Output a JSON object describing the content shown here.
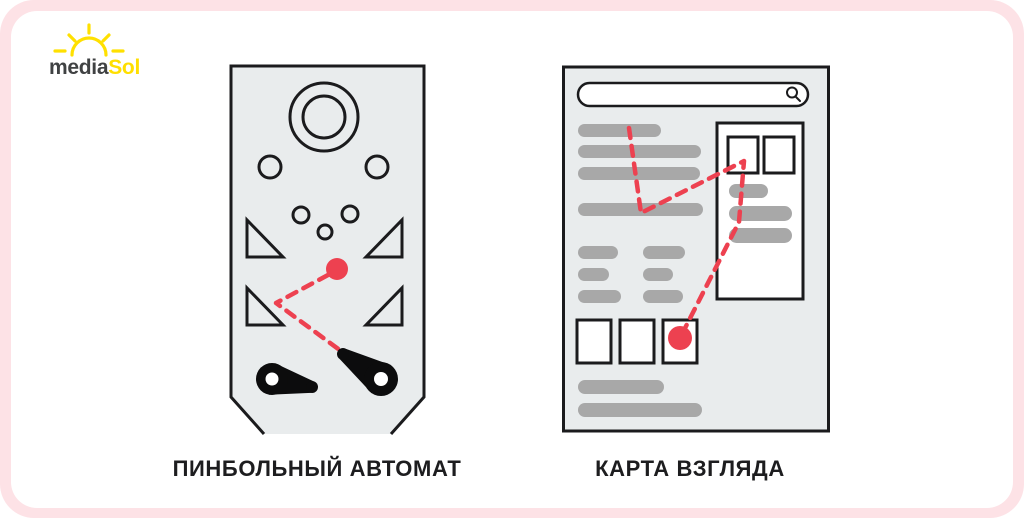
{
  "logo": {
    "text_primary": "media",
    "text_accent": "Sol",
    "color_primary": "#404243",
    "color_accent": "#ffdf00",
    "sun_icon": "half-sun-with-rays"
  },
  "colors": {
    "frame_pink": "#fde2e6",
    "card_white": "#ffffff",
    "outline_black": "#1b1b1d",
    "panel_fill": "#e9eced",
    "placeholder_gray": "#a8a8a8",
    "accent_red": "#ed4150"
  },
  "figures": {
    "pinball": {
      "label": "ПИНБОЛЬНЫЙ АВТОМАТ"
    },
    "gaze_map": {
      "label": "КАРТА ВЗГЛЯДА"
    }
  }
}
